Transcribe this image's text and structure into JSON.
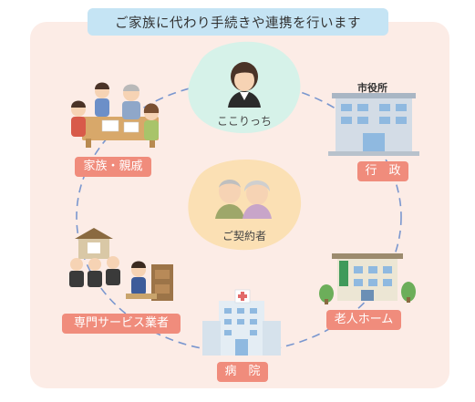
{
  "title": "ご家族に代わり手続きや連携を行います",
  "center": {
    "provider": "ここりっち",
    "client": "ご契約者"
  },
  "nodes": {
    "family": "家族・親戚",
    "government": "行　政",
    "government_sign": "市役所",
    "nursing_home": "老人ホーム",
    "hospital": "病　院",
    "professional": "専門サービス業者"
  },
  "colors": {
    "panel": "#fcece6",
    "title_bg": "#c5e4f4",
    "label_bg": "#f08c7c",
    "provider_blob": "#d6f2e9",
    "client_blob": "#fbe0b4",
    "ring": "#7a97cf"
  }
}
